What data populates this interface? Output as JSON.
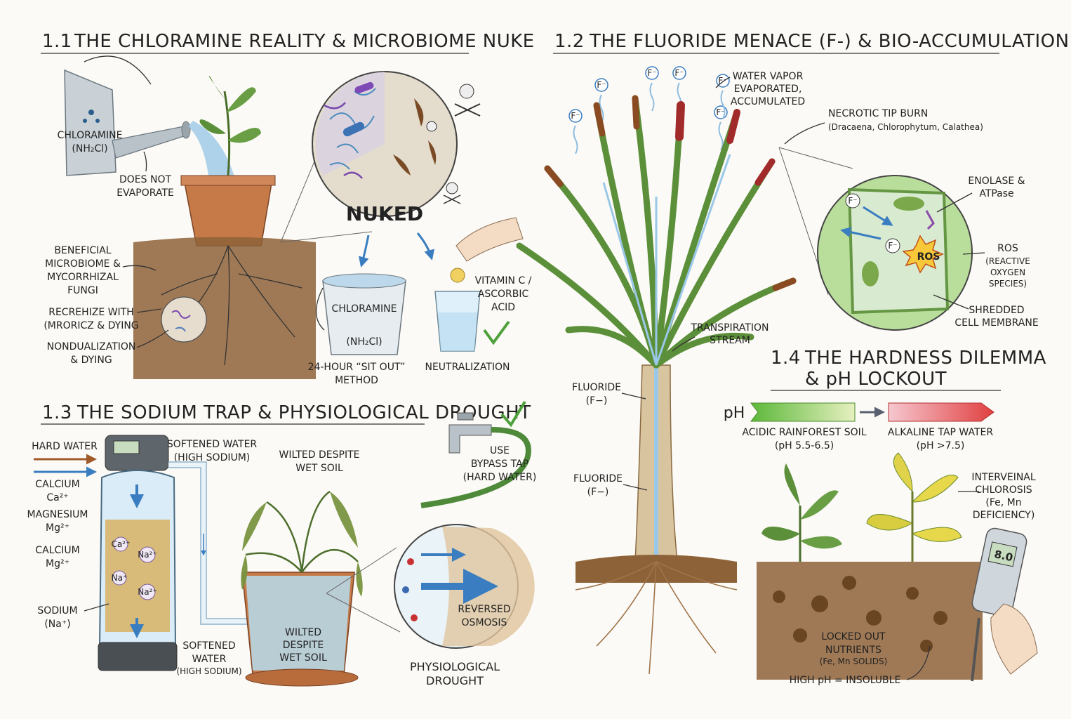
{
  "section_1_1": {
    "number": "1.1",
    "title": "THE CHLORAMINE REALITY & MICROBIOME NUKE",
    "can_label_1": "CHLORAMINE",
    "can_label_2": "(NH₂Cl)",
    "does_not": "DOES NOT",
    "evaporate": "EVAPORATE",
    "microbiome_1": "BENEFICIAL",
    "microbiome_2": "MICROBIOME &",
    "microbiome_3": "MYCORRHIZAL",
    "microbiome_4": "FUNGI",
    "garbled_1": "RECREHIZE WITH",
    "garbled_2": "(MRORICZ & DYING",
    "nodul_1": "NONDUALIZATION",
    "nodul_2": "& DYING",
    "nuked": "NUKED",
    "bucket_1": "CHLORAMINE",
    "bucket_2": "(NH₂Cl)",
    "sit_out_1": "24-HOUR “SIT OUT”",
    "sit_out_2": "METHOD",
    "vitc_1": "VITAMIN C /",
    "vitc_2": "ASCORBIC",
    "vitc_3": "ACID",
    "neutralization": "NEUTRALIZATION"
  },
  "section_1_2": {
    "number": "1.2",
    "title": "THE FLUORIDE MENACE (F-) & BIO-ACCUMULATION",
    "vapor_1": "WATER VAPOR",
    "vapor_2": "EVAPORATED,",
    "vapor_3": "ACCUMULATED",
    "necrotic": "NECROTIC TIP BURN",
    "necrotic_species": "(Dracaena, Chlorophytum, Calathea)",
    "enolase_1": "ENOLASE &",
    "enolase_2": "ATPase",
    "ros": "ROS",
    "ros_1": "ROS",
    "ros_2": "(REACTIVE",
    "ros_3": "OXYGEN",
    "ros_4": "SPECIES)",
    "shredded_1": "SHREDDED",
    "shredded_2": "CELL MEMBRANE",
    "transp_1": "TRANSPIRATION",
    "transp_2": "STREAM",
    "fluoride_a1": "FLUORIDE",
    "fluoride_a2": "(F−)",
    "fluoride_b1": "FLUORIDE",
    "fluoride_b2": "(F−)",
    "ion": "F⁻"
  },
  "section_1_3": {
    "number": "1.3",
    "title": "THE SODIUM TRAP & PHYSIOLOGICAL DROUGHT",
    "hard_water": "HARD WATER",
    "calcium_1": "CALCIUM",
    "calcium_1_ion": "Ca²⁺",
    "magnesium": "MAGNESIUM",
    "magnesium_ion": "Mg²⁺",
    "calcium_2": "CALCIUM",
    "calcium_2_ion": "Mg²⁺",
    "sodium": "SODIUM",
    "sodium_ion": "(Na⁺)",
    "softened_1": "SOFTENED WATER",
    "softened_2": "(HIGH SODIUM)",
    "softened_b1": "SOFTENED",
    "softened_b2": "WATER",
    "softened_b3": "(HIGH SODIUM)",
    "wilted_1": "WILTED DESPITE",
    "wilted_2": "WET SOIL",
    "wilted_pot_1": "WILTED",
    "wilted_pot_2": "DESPITE",
    "wilted_pot_3": "WET SOIL",
    "bypass_1": "USE",
    "bypass_2": "BYPASS TAP",
    "bypass_3": "(HARD WATER)",
    "reversed_1": "REVERSED",
    "reversed_2": "OSMOSIS",
    "drought_1": "PHYSIOLOGICAL",
    "drought_2": "DROUGHT",
    "ion_ca": "Ca²⁺",
    "ion_na": "Na⁺",
    "ion_na2": "Na²⁺"
  },
  "section_1_4": {
    "number": "1.4",
    "title_1": "THE HARDNESS DILEMMA",
    "title_2": "& pH LOCKOUT",
    "ph": "pH",
    "acidic_1": "ACIDIC RAINFOREST SOIL",
    "acidic_2": "(pH 5.5-6.5)",
    "alkaline_1": "ALKALINE TAP WATER",
    "alkaline_2": "(pH >7.5)",
    "chlorosis_1": "INTERVEINAL",
    "chlorosis_2": "CHLOROSIS",
    "chlorosis_3": "(Fe, Mn",
    "chlorosis_4": "DEFICIENCY)",
    "locked_1": "LOCKED OUT",
    "locked_2": "NUTRIENTS",
    "locked_3": "(Fe, Mn SOLIDS)",
    "insoluble": "HIGH pH = INSOLUBLE",
    "meter": "8.0"
  },
  "colors": {
    "water": "#7fb6dc",
    "soil": "#a0703f",
    "leaf": "#5c8f3a",
    "necrotic": "#8a4a22",
    "red_dots": "#c22828",
    "acid_bar": "#7cc24a",
    "alkaline_bar": "#e04848"
  }
}
